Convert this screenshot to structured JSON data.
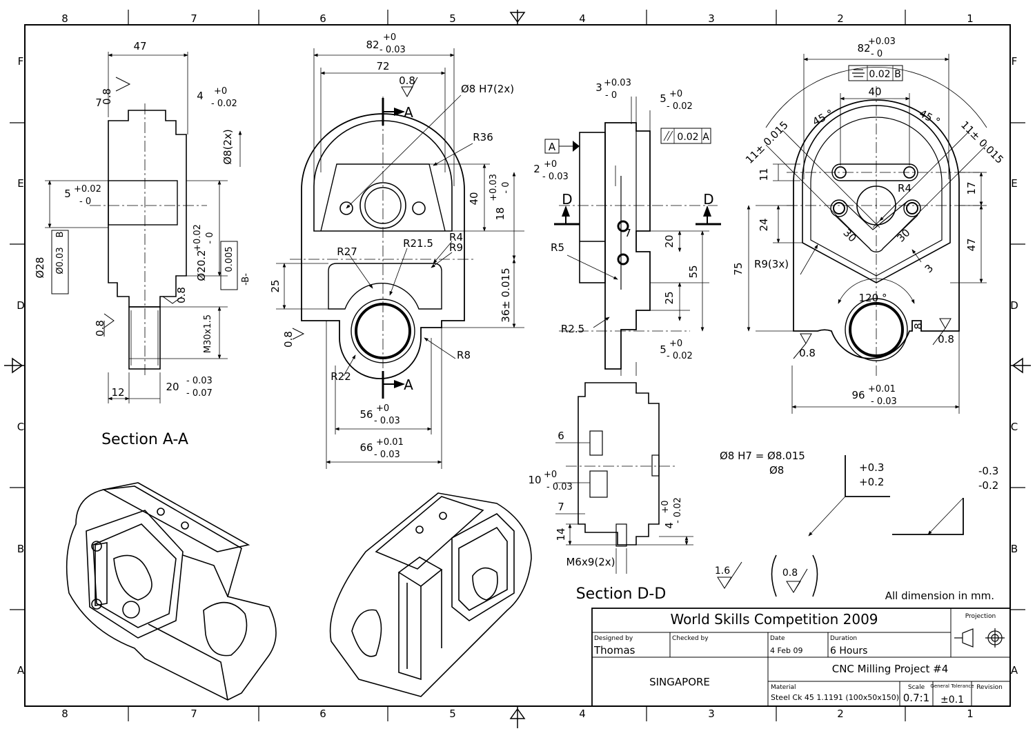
{
  "sheet": {
    "zone_columns": [
      "8",
      "7",
      "6",
      "5",
      "4",
      "3",
      "2",
      "1"
    ],
    "zone_rows": [
      "F",
      "E",
      "D",
      "C",
      "B",
      "A"
    ],
    "note_units": "All dimension in mm."
  },
  "views": {
    "section_aa": {
      "title": "Section A-A",
      "dims": [
        "47",
        "7",
        "0.8",
        "4",
        "+0",
        "- 0.02",
        "Ø8(2x)",
        "5",
        "+0.02",
        "- 0",
        "Ø28",
        "Ø0.03",
        "B",
        "Ø20.2",
        "+0.02",
        "- 0",
        "0.005",
        "-B-",
        "0.8",
        "0.8",
        "M30x1.5",
        "12",
        "20",
        "- 0.03",
        "- 0.07"
      ]
    },
    "front": {
      "dims": [
        "82",
        "+0",
        "- 0.03",
        "72",
        "0.8",
        "Ø8 H7(2x)",
        "A",
        "R36",
        "40",
        "18",
        "+0.03",
        "- 0",
        "R27",
        "R21.5",
        "R4",
        "R9",
        "25",
        "36± 0.015",
        "0.8",
        "R22",
        "R8",
        "A",
        "56",
        "+0",
        "- 0.03",
        "66",
        "+0.01",
        "- 0.03"
      ]
    },
    "side": {
      "dims": [
        "3",
        "+0.03",
        "- 0",
        "5",
        "+0",
        "- 0.02",
        "A",
        "0.02",
        "A",
        "2",
        "+0",
        "- 0.03",
        "D",
        "D",
        "R5",
        "7",
        "20",
        "55",
        "25",
        "R2.5",
        "5",
        "+0",
        "- 0.02"
      ]
    },
    "section_dd": {
      "title": "Section D-D",
      "dims": [
        "6",
        "10",
        "+0",
        "- 0.03",
        "7",
        "14",
        "4",
        "+0",
        "- 0.02",
        "M6x9(2x)"
      ]
    },
    "back": {
      "dims": [
        "82",
        "+0.03",
        "- 0",
        "0.02",
        "B",
        "40",
        "45 °",
        "45 °",
        "11± 0.015",
        "11± 0.015",
        "11",
        "R4",
        "17",
        "24",
        "30",
        "30",
        "47",
        "75",
        "R9(3x)",
        "3",
        "120 °",
        "8",
        "0.8",
        "0.8",
        "96",
        "+0.01",
        "- 0.03"
      ]
    }
  },
  "notes": {
    "h7_line1": "Ø8 H7 =  Ø8.015",
    "h7_line2": "Ø8",
    "tol_plus": [
      "+0.3",
      "+0.2"
    ],
    "tol_minus": [
      "-0.3",
      "-0.2"
    ],
    "surface_general": "1.6",
    "surface_other": "0.8"
  },
  "title_block": {
    "title": "World Skills Competition 2009",
    "projection_label": "Projection",
    "designed_by_label": "Designed by",
    "designed_by": "Thomas",
    "checked_by_label": "Checked by",
    "checked_by": "",
    "date_label": "Date",
    "date": "4 Feb 09",
    "duration_label": "Duration",
    "duration": "6 Hours",
    "org": "SINGAPORE",
    "project": "CNC Milling Project #4",
    "material_label": "Material",
    "material": "Steel Ck 45 1.1191 (100x50x150)",
    "scale_label": "Scale",
    "scale": "0.7:1",
    "gen_tol_label": "General Tolerance",
    "gen_tol": "±0.1",
    "revision_label": "Revision",
    "revision": ""
  }
}
